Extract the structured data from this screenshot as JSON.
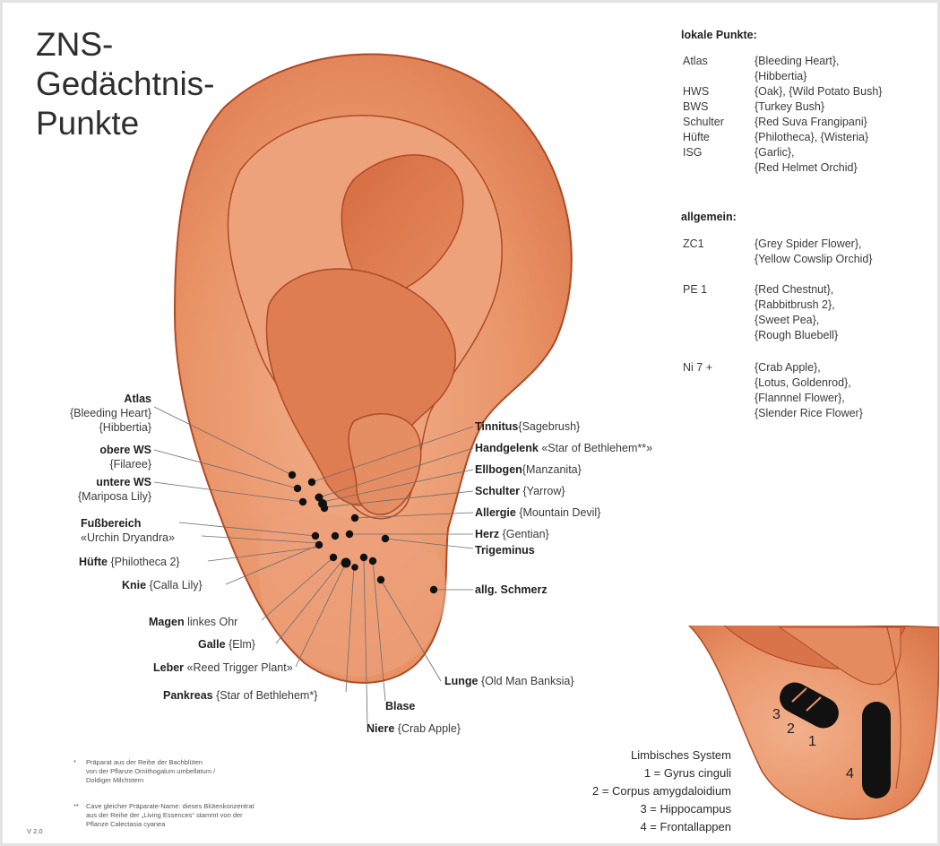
{
  "title": {
    "lines": [
      "ZNS-",
      "Gedächtnis-",
      "Punkte"
    ]
  },
  "version": "V 2.0",
  "lokale": {
    "heading": "lokale Punkte:",
    "items": [
      {
        "key": "Atlas",
        "values": [
          "{Bleeding Heart},",
          "{Hibbertia}"
        ]
      },
      {
        "key": "HWS",
        "values": [
          "{Oak}, {Wild Potato Bush}"
        ]
      },
      {
        "key": "BWS",
        "values": [
          "{Turkey Bush}"
        ]
      },
      {
        "key": "Schulter",
        "values": [
          "{Red Suva Frangipani}"
        ]
      },
      {
        "key": "Hüfte",
        "values": [
          "{Philotheca}, {Wisteria}"
        ]
      },
      {
        "key": "ISG",
        "values": [
          "{Garlic},",
          "{Red Helmet Orchid}"
        ]
      }
    ]
  },
  "allgemein": {
    "heading": "allgemein:",
    "items": [
      {
        "key": "ZC1",
        "values": [
          "{Grey Spider Flower},",
          "{Yellow Cowslip Orchid}"
        ]
      },
      {
        "key": "PE 1",
        "values": [
          "{Red Chestnut},",
          "{Rabbitbrush 2},",
          "{Sweet Pea},",
          "{Rough Bluebell}"
        ]
      },
      {
        "key": "Ni 7 +",
        "values": [
          "{Crab Apple},",
          "{Lotus, Goldenrod},",
          "{Flannnel Flower},",
          "{Slender Rice Flower}"
        ]
      }
    ]
  },
  "left_labels": {
    "atlas": {
      "name": "Atlas",
      "lines": [
        "{Bleeding Heart}",
        "{Hibbertia}"
      ]
    },
    "obere_ws": {
      "name": "obere WS",
      "lines": [
        "{Filaree}"
      ]
    },
    "untere_ws": {
      "name": "untere WS",
      "lines": [
        "{Mariposa Lily}"
      ]
    },
    "fussbereich": {
      "name": "Fußbereich",
      "lines": [
        "«Urchin Dryandra»"
      ]
    },
    "huefte": {
      "name": "Hüfte",
      "rest": "{Philotheca 2}"
    },
    "knie": {
      "name": "Knie",
      "rest": "{Calla Lily}"
    },
    "magen": {
      "name": "Magen",
      "rest": "linkes Ohr"
    },
    "galle": {
      "name": "Galle",
      "rest": "{Elm}"
    },
    "leber": {
      "name": "Leber",
      "rest": "«Reed Trigger Plant»"
    },
    "pankreas": {
      "name": "Pankreas",
      "rest": "{Star of Bethlehem*}"
    },
    "blase": {
      "name": "Blase",
      "rest": ""
    },
    "niere": {
      "name": "Niere",
      "rest": "{Crab Apple}"
    },
    "lunge": {
      "name": "Lunge",
      "rest": "{Old Man Banksia}"
    }
  },
  "right_labels": {
    "tinnitus": {
      "name": "Tinnitus",
      "rest": "{Sagebrush}"
    },
    "handgelenk": {
      "name": "Handgelenk",
      "rest": "«Star of Bethlehem**»"
    },
    "ellbogen": {
      "name": "Ellbogen",
      "rest": "{Manzanita}"
    },
    "schulter": {
      "name": "Schulter",
      "rest": "{Yarrow}"
    },
    "allergie": {
      "name": "Allergie",
      "rest": "{Mountain Devil}"
    },
    "herz": {
      "name": "Herz",
      "rest": "{Gentian}"
    },
    "trigeminus": {
      "name": "Trigeminus",
      "rest": ""
    },
    "schmerz": {
      "name": "allg. Schmerz",
      "rest": ""
    }
  },
  "footnotes": [
    {
      "mark": "*",
      "lines": [
        "Präparat aus der Reihe der Bachblüten",
        "von der Pflanze Ornithogalum umbellatum /",
        "Doldiger Milchstern"
      ]
    },
    {
      "mark": "**",
      "lines": [
        "Cave gleicher Präparate-Name: dieses Blütenkonzentrat",
        "aus der Reihe der „Living Essences“ stammt von der",
        "Pflanze Calectasia cyanea"
      ]
    }
  ],
  "limbic": {
    "heading": "Limbisches System",
    "items": [
      "1 = Gyrus cinguli",
      "2 = Corpus amygdaloidium",
      "3 = Hippocampus",
      "4 = Frontallappen"
    ],
    "markers": [
      "3",
      "2",
      "1",
      "4"
    ]
  },
  "colors": {
    "skin": "#e8946a",
    "skin_light": "#f3b896",
    "skin_dark": "#c8623a",
    "outline": "#b04a26",
    "point": "#111111"
  }
}
